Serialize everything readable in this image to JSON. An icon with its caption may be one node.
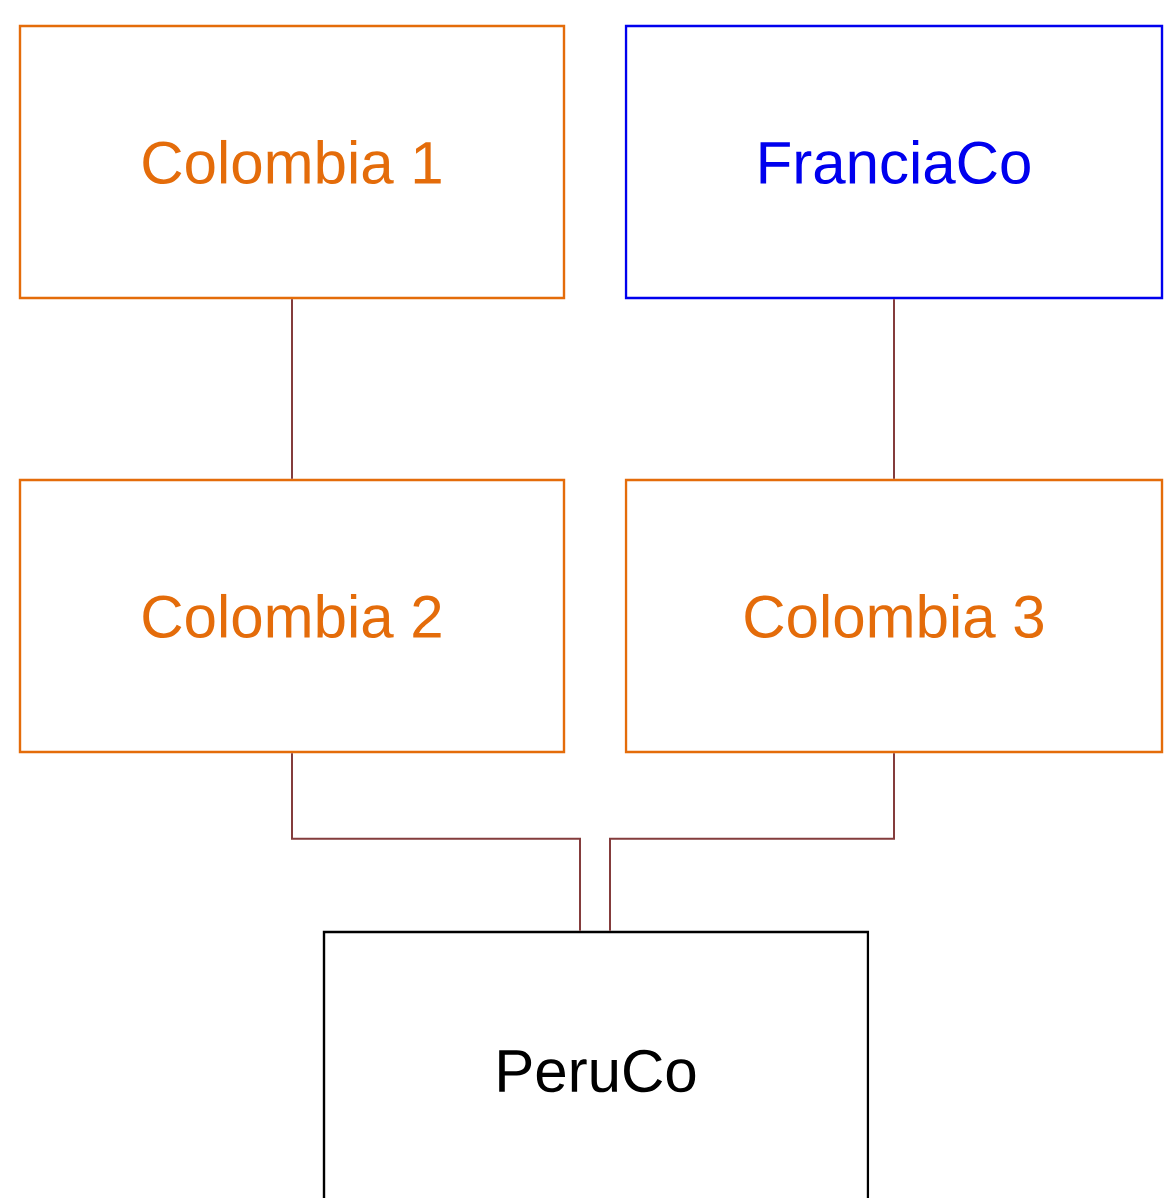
{
  "diagram": {
    "nodes": [
      {
        "text": [
          "Colombia 1"
        ]
      },
      {
        "text": [
          "FranciaCo"
        ]
      },
      {
        "text": [
          "Colombia 2"
        ]
      },
      {
        "text": [
          "Colombia 3"
        ]
      },
      {
        "text": [
          "PeruCo"
        ]
      }
    ],
    "edges": [
      {
        "from": 0,
        "to": 2,
        "arrow": "none"
      },
      {
        "from": 1,
        "to": 3,
        "arrow": "none"
      },
      {
        "from": 2,
        "to": 4,
        "arrow": "none"
      },
      {
        "from": 3,
        "to": 4,
        "arrow": "none"
      }
    ]
  }
}
